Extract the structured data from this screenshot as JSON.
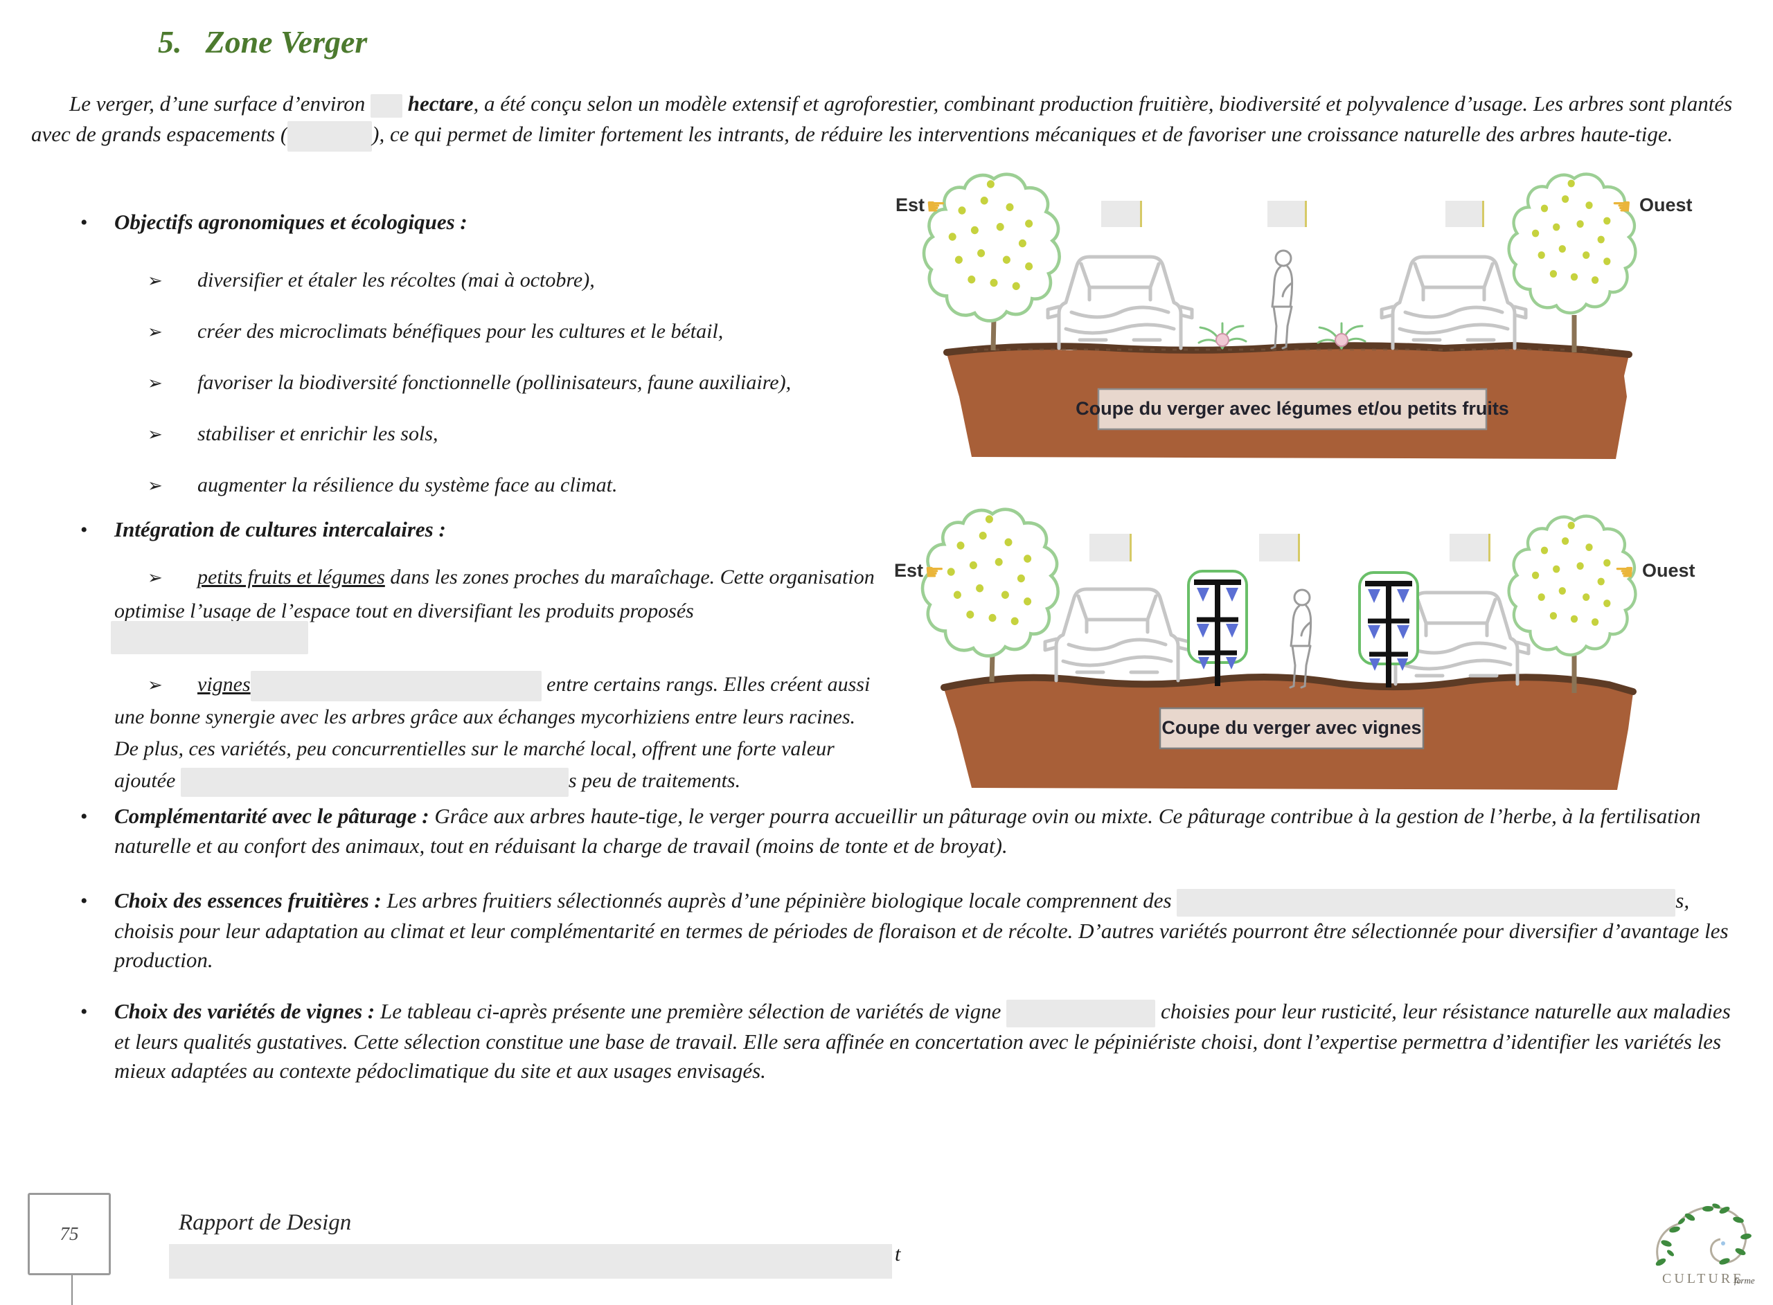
{
  "title": {
    "number": "5.",
    "text": "Zone Verger"
  },
  "intro": {
    "s1": "Le verger, d’une surface d’environ ",
    "bold1": "hectare",
    "s2": ", a été conçu selon un modèle extensif et agroforestier, combinant production fruitière, biodiversité et polyvalence d’usage. Les arbres sont plantés avec de grands espacements (",
    "s3": "), ce qui permet de limiter fortement les intrants, de réduire les interventions mécaniques et de favoriser une croissance naturelle des arbres haute-tige."
  },
  "glyphs": {
    "bullet": "•",
    "arrow": "➢",
    "hand_right": "☛",
    "hand_left": "☚"
  },
  "lists": {
    "objectifs": {
      "label": "Objectifs agronomiques et écologiques :",
      "items": [
        "diversifier et étaler les récoltes (mai à octobre),",
        "créer des microclimats bénéfiques pour les cultures et le bétail,",
        "favoriser la biodiversité fonctionnelle (pollinisateurs, faune auxiliaire),",
        "stabiliser et enrichir les sols,",
        "augmenter la résilience du système face au climat."
      ]
    },
    "intercalaires": {
      "label": "Intégration de cultures intercalaires :",
      "item1_u": "petits fruits et légumes",
      "item1_t": " dans les zones proches du maraîchage. Cette organisation optimise l’usage de l’espace tout en diversifiant les produits proposés",
      "item2_u": "vignes",
      "item2_t1": " entre certains rangs. Elles créent aussi une bonne synergie avec les arbres grâce aux échanges mycorhiziens entre leurs racines. De plus, ces variétés, peu concurrentielles sur le marché local, offrent une forte valeur ajoutée",
      "item2_t2": "s peu de traitements."
    },
    "paturage": {
      "label": "Complémentarité avec le pâturage :",
      "text": " Grâce aux arbres haute-tige, le verger pourra accueillir un pâturage ovin ou mixte. Ce pâturage contribue à la gestion de l’herbe, à la fertilisation naturelle et au confort des animaux, tout en réduisant la charge de travail (moins de tonte et de broyat)."
    },
    "essences": {
      "label": "Choix des essences fruitières :",
      "t1": " Les arbres fruitiers sélectionnés auprès d’une pépinière biologique locale comprennent des ",
      "t2": "s, choisis pour leur adaptation au climat et leur complémentarité en termes de périodes de floraison et de récolte. D’autres variétés pourront être sélectionnée pour diversifier d’avantage les production."
    },
    "vignes": {
      "label": "Choix des variétés de vignes :",
      "t1": " Le tableau ci-après présente une première sélection de variétés de vigne ",
      "t2": " choisies pour leur rusticité, leur résistance naturelle aux maladies et leurs qualités gustatives. Cette sélection constitue une base de travail. Elle sera affinée en concertation avec le pépiniériste choisi, dont l’expertise permettra d’identifier les variétés les mieux adaptées au contexte pédoclimatique du site et aux usages envisagés."
    }
  },
  "diagrams": {
    "d1": {
      "est": "Est",
      "ouest": "Ouest",
      "caption": "Coupe du verger avec légumes et/ou petits fruits"
    },
    "d2": {
      "est": "Est",
      "ouest": "Ouest",
      "caption": "Coupe du verger avec vignes"
    }
  },
  "footer": {
    "page_number": "75",
    "report_title": "Rapport de Design",
    "redacted_fragment": "t"
  },
  "logo": {
    "brand": "CULTURE",
    "tagline": "ferme"
  },
  "colors": {
    "title_green": "#4c7a2e",
    "soil_brown": "#a85f38",
    "soil_edge": "#5d3b25",
    "tree_outline_green": "#9ccf94",
    "fruit_yellow_green": "#c6d23e",
    "vine_blue": "#5b6fd4",
    "trellis_green": "#6abf69",
    "hand_yellow": "#eab53a",
    "caption_bg": "#e8d7cd",
    "redaction_gray": "#e9e9e9",
    "car_gray": "#c6c6c6"
  }
}
